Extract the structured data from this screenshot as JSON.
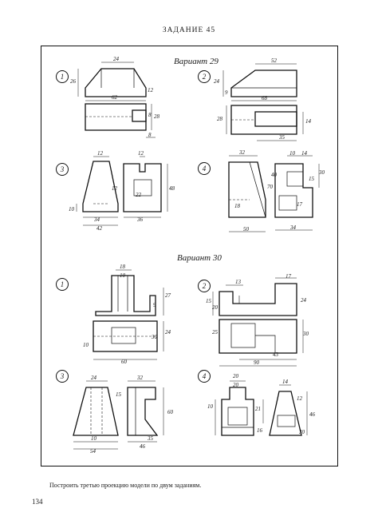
{
  "page": {
    "header": "ЗАДАНИЕ 45",
    "caption": "Построить третью проекцию модели по двум заданиям.",
    "page_number": "134"
  },
  "variants": [
    {
      "label": "Вариант 29"
    },
    {
      "label": "Вариант 30"
    }
  ],
  "figures": [
    {
      "num": "1",
      "dims": [
        "24",
        "26",
        "12",
        "62",
        "8",
        "28",
        "8"
      ]
    },
    {
      "num": "2",
      "dims": [
        "52",
        "24",
        "9",
        "68",
        "28",
        "14",
        "35"
      ]
    },
    {
      "num": "3",
      "dims": [
        "12",
        "12",
        "12",
        "22",
        "48",
        "10",
        "34",
        "42",
        "36"
      ]
    },
    {
      "num": "4",
      "dims": [
        "32",
        "10",
        "14",
        "30",
        "15",
        "70",
        "40",
        "18",
        "17",
        "50",
        "34"
      ]
    },
    {
      "num": "1",
      "dims": [
        "18",
        "10",
        "27",
        "9",
        "30",
        "24",
        "10",
        "60"
      ]
    },
    {
      "num": "2",
      "dims": [
        "13",
        "17",
        "15",
        "20",
        "24",
        "25",
        "30",
        "43",
        "90"
      ]
    },
    {
      "num": "3",
      "dims": [
        "24",
        "32",
        "15",
        "60",
        "10",
        "54",
        "35",
        "46"
      ]
    },
    {
      "num": "4",
      "dims": [
        "20",
        "14",
        "20",
        "10",
        "21",
        "46",
        "16",
        "12",
        "30"
      ]
    }
  ]
}
